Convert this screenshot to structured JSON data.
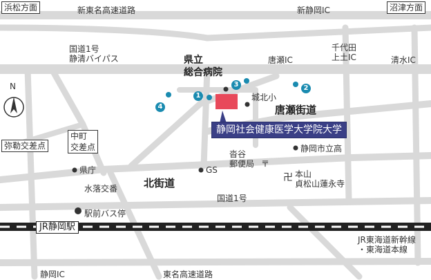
{
  "colors": {
    "road": "#d9d9d9",
    "hospital_block": "#e8495a",
    "title_bg": "#3a3f86",
    "bus_marker": "#1a8bb0",
    "rail": "#222222"
  },
  "labels": {
    "hamamatsu": "浜松方面",
    "shin_tomei": "新東名高速道路",
    "shin_shizuoka_ic": "新静岡IC",
    "numazu": "沼津方面",
    "route1_bypass": "国道1号\n静清バイパス",
    "kenritsu_hospital": "県立\n総合病院",
    "karase_ic": "唐瀬IC",
    "chiyoda_ic": "千代田\n上土IC",
    "shimizu_ic": "清水IC",
    "johoku_sho": "城北小",
    "karase_kaido": "唐瀬街道",
    "nakacho": "中町\n交差点",
    "yakin": "弥勒交差点",
    "school_name": "静岡社会健康医学大学院大学",
    "shizuoka_kodai": "静岡市立高",
    "kencho": "県庁",
    "kitakaido": "北街道",
    "gs": "GS",
    "asahi_post": "沓谷\n郵便局",
    "honzan": "本山\n貞松山蓮永寺",
    "mizuochi": "水落交番",
    "route1": "国道1号",
    "ekimae_bus": "駅前バス停",
    "jr_station": "JR静岡駅",
    "jr_lines": "JR東海道新幹線\n・東海道本線",
    "shizuoka_ic": "静岡IC",
    "tomei": "東名高速道路"
  },
  "markers": [
    "1",
    "2",
    "3",
    "4"
  ],
  "icons": {
    "compass": "north-arrow-icon",
    "bus_stop": "bus-stop-icon",
    "temple": "temple-icon",
    "post_office": "post-office-icon"
  },
  "compass_label": "N",
  "temple_symbol": "卍",
  "post_symbol": "〒"
}
